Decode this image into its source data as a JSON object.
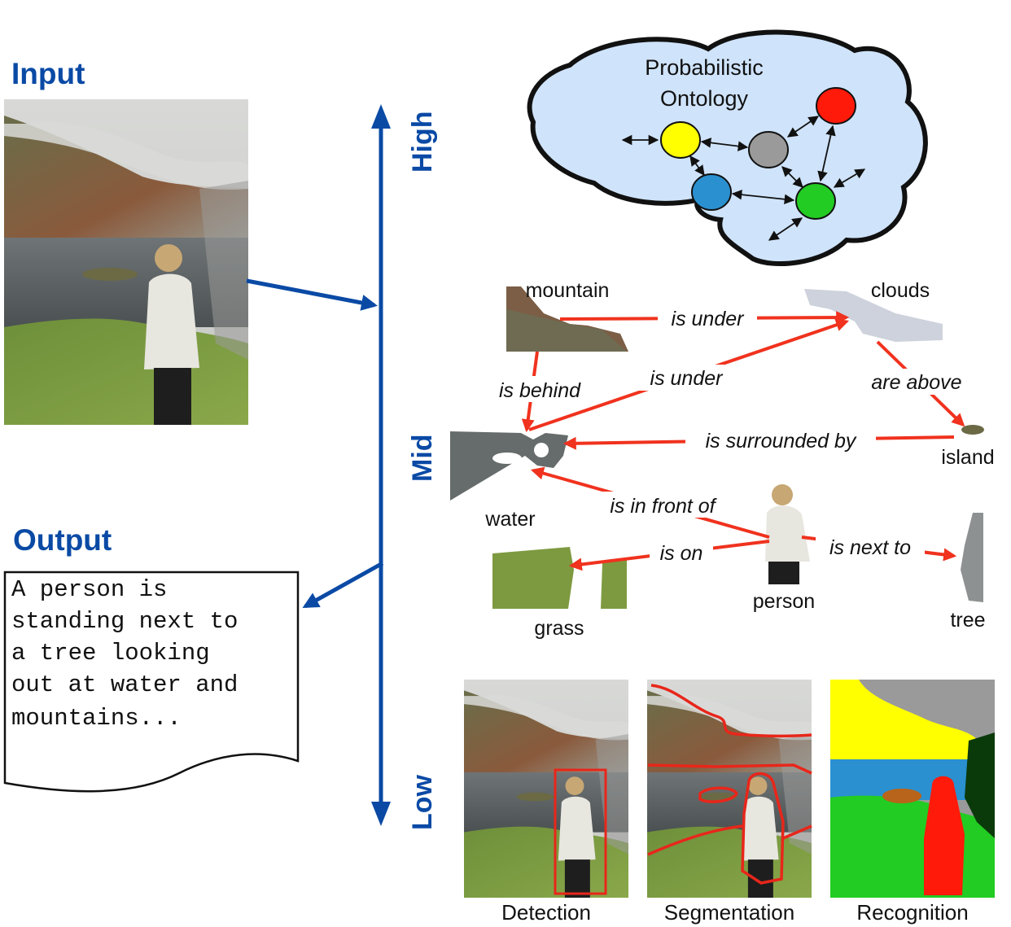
{
  "headings": {
    "input": "Input",
    "output": "Output"
  },
  "axis": {
    "high": "High",
    "mid": "Mid",
    "low": "Low"
  },
  "ontology": {
    "line1": "Probabilistic",
    "line2": "Ontology"
  },
  "objects": {
    "mountain": "mountain",
    "clouds": "clouds",
    "island": "island",
    "water": "water",
    "person": "person",
    "grass": "grass",
    "tree": "tree"
  },
  "relations": {
    "mountain_clouds": "is under",
    "water_clouds": "is under",
    "mountain_water": "is behind",
    "clouds_island": "are above",
    "island_water": "is surrounded by",
    "person_water": "is in front of",
    "person_grass": "is on",
    "person_tree": "is next to"
  },
  "caption": {
    "lines": [
      "A person is",
      "standing next to",
      "a tree looking",
      "out at water and",
      "mountains..."
    ]
  },
  "panels": {
    "detection": "Detection",
    "segmentation": "Segmentation",
    "recognition": "Recognition"
  },
  "colors": {
    "axis_blue": "#0a4aa5",
    "relation_red": "#f0321e",
    "brain_fill": "#cfe3fa",
    "node_yellow": "#ffff00",
    "node_gray": "#9a9a9a",
    "node_red": "#ff1a0a",
    "node_blue": "#2a90d0",
    "node_green": "#22cc22"
  }
}
